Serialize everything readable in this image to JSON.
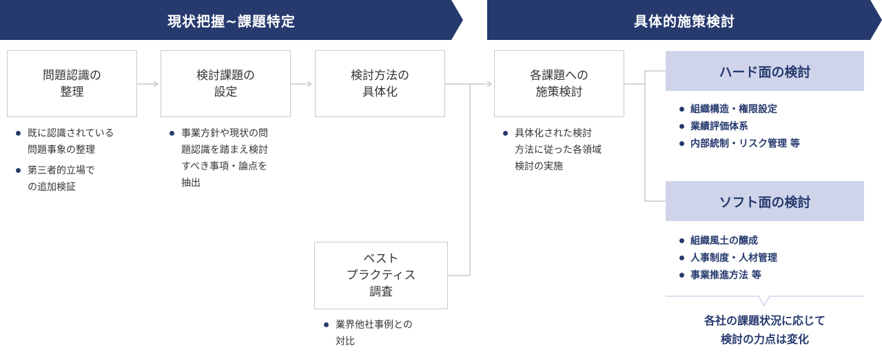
{
  "banners": {
    "left": "現状把握~課題特定",
    "right": "具体的施策検討"
  },
  "steps": [
    {
      "label": "問題認識の\n整理",
      "bullets": [
        "既に認識されている\n問題事象の整理",
        "第三者的立場で\nの追加検証"
      ]
    },
    {
      "label": "検討課題の\n設定",
      "bullets": [
        "事業方針や現状の問\n題認識を踏まえ検討\nすべき事項・論点を\n抽出"
      ]
    },
    {
      "label": "検討方法の\n具体化",
      "bullets": []
    },
    {
      "label": "ベスト\nプラクティス\n調査",
      "bullets": [
        "業界他社事例との\n対比"
      ]
    },
    {
      "label": "各課題への\n施策検討",
      "bullets": [
        "具体化された検討\n方法に従った各領域\n検討の実施"
      ]
    }
  ],
  "hard": {
    "title": "ハード面の検討",
    "items": [
      "組織構造・権限設定",
      "業績評価体系",
      "内部統制・リスク管理 等"
    ]
  },
  "soft": {
    "title": "ソフト面の検討",
    "items": [
      "組織風土の醸成",
      "人事制度・人材管理",
      "事業推進方法 等"
    ]
  },
  "conclusion": "各社の課題状況に応じて\n検討の力点は変化",
  "colors": {
    "navy": "#263a6e",
    "light_blue": "#cfd4ea",
    "border": "#c9c9c9"
  }
}
